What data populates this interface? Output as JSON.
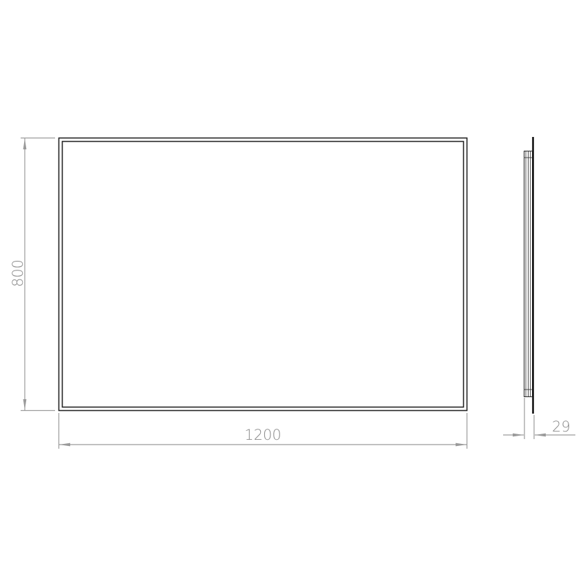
{
  "dimensions": {
    "width": "1200",
    "height": "800",
    "depth": "29"
  },
  "colors": {
    "outline": "#222222",
    "dimension": "#9a9a9a"
  }
}
